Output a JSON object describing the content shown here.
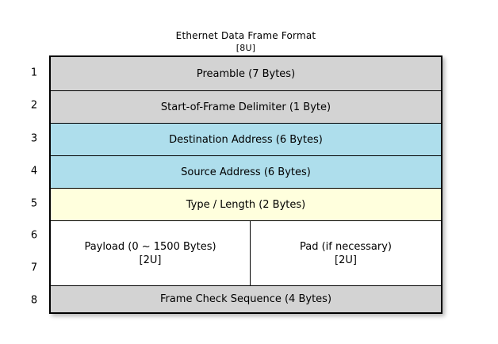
{
  "diagram": {
    "title": "Ethernet Data Frame Format",
    "subtitle": "[8U]",
    "colors": {
      "gray": "#d3d3d3",
      "blue": "#aedeec",
      "yellow": "#ffffdd",
      "white": "#ffffff",
      "border": "#000000",
      "background": "#ffffff"
    },
    "row_indices": [
      "1",
      "2",
      "3",
      "4",
      "5",
      "6",
      "7",
      "8"
    ],
    "rows": [
      {
        "index": "1",
        "fill": "gray",
        "cells": [
          {
            "label": "Preamble (7 Bytes)",
            "note": ""
          }
        ]
      },
      {
        "index": "2",
        "fill": "gray",
        "cells": [
          {
            "label": "Start-of-Frame Delimiter (1 Byte)",
            "note": ""
          }
        ]
      },
      {
        "index": "3",
        "fill": "blue",
        "cells": [
          {
            "label": "Destination Address (6 Bytes)",
            "note": ""
          }
        ]
      },
      {
        "index": "4",
        "fill": "blue",
        "cells": [
          {
            "label": "Source Address (6 Bytes)",
            "note": ""
          }
        ]
      },
      {
        "index": "5",
        "fill": "yellow",
        "cells": [
          {
            "label": "Type / Length (2 Bytes)",
            "note": ""
          }
        ]
      },
      {
        "index": "6-7",
        "fill": "white",
        "cells": [
          {
            "label": "Payload (0 ~ 1500 Bytes)",
            "note": "[2U]"
          },
          {
            "label": "Pad (if necessary)",
            "note": "[2U]"
          }
        ]
      },
      {
        "index": "8",
        "fill": "gray",
        "cells": [
          {
            "label": "Frame Check Sequence (4 Bytes)",
            "note": ""
          }
        ]
      }
    ]
  }
}
